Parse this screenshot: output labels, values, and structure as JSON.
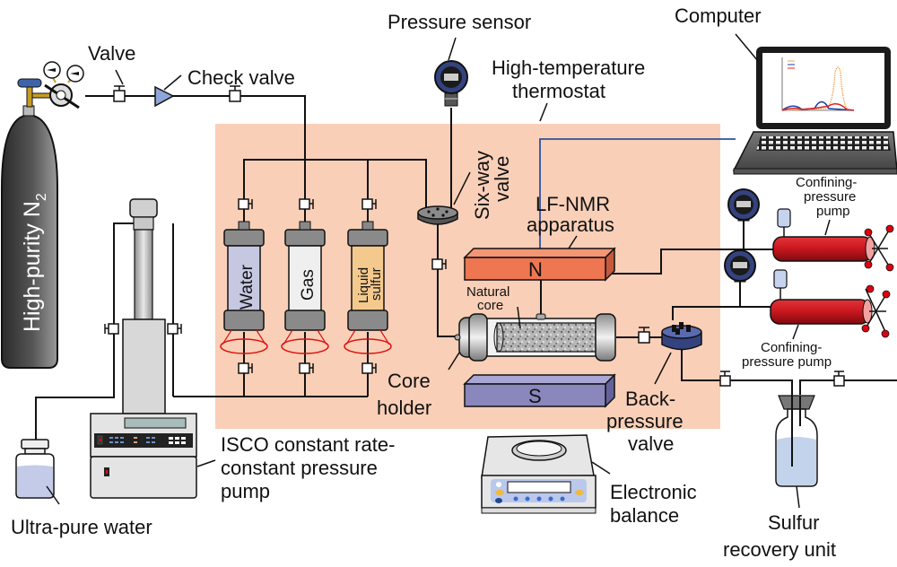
{
  "figure": {
    "labels": {
      "gas_cylinder": "High-purity N",
      "gas_cylinder_subscript": "2",
      "valve": "Valve",
      "check_valve": "Check valve",
      "pressure_sensor": "Pressure sensor",
      "thermostat_line1": "High-temperature",
      "thermostat_line2": "thermostat",
      "computer": "Computer",
      "six_way_line1": "Six-way",
      "six_way_line2": "valve",
      "lfnmr_line1": "LF-NMR",
      "lfnmr_line2": "apparatus",
      "magnet_n": "N",
      "magnet_s": "S",
      "natural_core_line1": "Natural",
      "natural_core_line2": "core",
      "core_holder_line1": "Core",
      "core_holder_line2": "holder",
      "back_pressure_line1": "Back-",
      "back_pressure_line2": "pressure",
      "back_pressure_line3": "valve",
      "confining_top_line1": "Confining-",
      "confining_top_line2": "pressure",
      "confining_top_line3": "pump",
      "confining_bottom_line1": "Confining-",
      "confining_bottom_line2": "pressure pump",
      "container_water": "Water",
      "container_gas": "Gas",
      "container_sulfur_line1": "Liquid",
      "container_sulfur_line2": "sulfur",
      "isco_line1": "ISCO constant rate-",
      "isco_line2": "constant pressure",
      "isco_line3": "pump",
      "ultra_pure_water": "Ultra-pure water",
      "electronic_balance_line1": "Electronic",
      "electronic_balance_line2": "balance",
      "sulfur_recovery_line1": "Sulfur",
      "sulfur_recovery_line2": "recovery unit"
    },
    "colors": {
      "thermostat_fill": "#f9cfb7",
      "magnet_n": "#ee7651",
      "magnet_s": "#8a87bd",
      "pump_red": "#c8161d",
      "sensor_blue": "#34437f",
      "check_valve_blue": "#8ea6d8",
      "signal_line": "#2d52a0",
      "water_fill": "#c6c8e2",
      "gas_fill": "#efefef",
      "sulfur_fill": "#f4c98e"
    }
  }
}
